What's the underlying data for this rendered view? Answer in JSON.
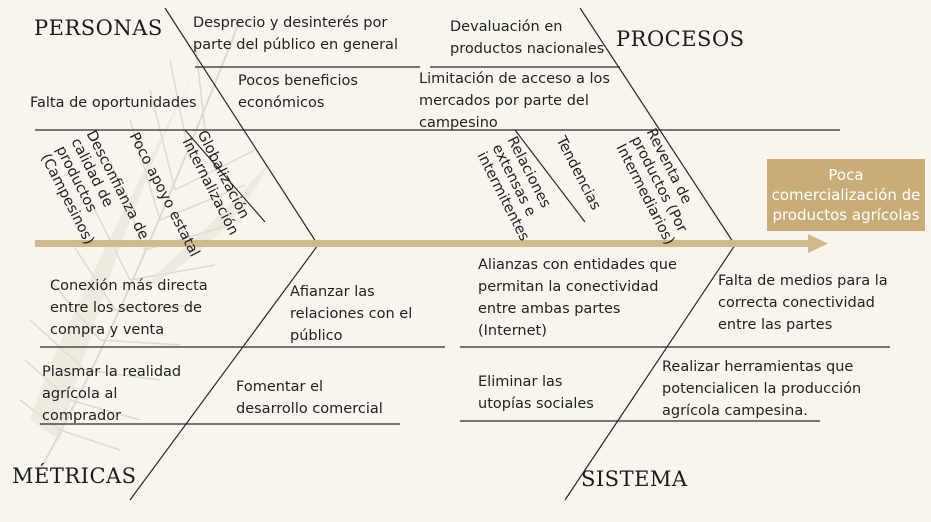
{
  "categories": {
    "personas": "PERSONAS",
    "procesos": "PROCESOS",
    "metricas": "MÉTRICAS",
    "sistema": "SISTEMA"
  },
  "effect": "Poca comercialización de productos agrícolas",
  "personas": {
    "desprecio": "Desprecio y desinterés por parte del público en general",
    "pocos_beneficios": "Pocos beneficios económicos",
    "falta_oportunidades": "Falta de oportunidades",
    "desconfianza": "Desconfianza de calidad de productos (Campesinos)",
    "poco_apoyo": "Poco apoyo estatal",
    "globalizacion": "Globalización Internalización"
  },
  "procesos": {
    "devaluacion": "Devaluación en productos nacionales",
    "limitacion": "Limitación de acceso a los mercados por parte del campesino",
    "relaciones": "Relaciones extensas e intermitentes",
    "tendencias": "Tendencias",
    "reventa": "Reventa de productos (Por Intermediarios)"
  },
  "metricas": {
    "conexion": "Conexión más directa entre los sectores de compra y venta",
    "afianzar": "Afianzar las relaciones con el público",
    "plasmar": "Plasmar la realidad agrícola al comprador",
    "fomentar": "Fomentar el desarrollo comercial"
  },
  "sistema": {
    "alianzas": "Alianzas con entidades que permitan la conectividad entre ambas partes (Internet)",
    "falta_medios": "Falta de medios para la correcta conectividad entre las partes",
    "eliminar": "Eliminar las utopías sociales",
    "realizar": "Realizar herramientas que potencialicen la producción agrícola campesina."
  },
  "colors": {
    "spine": "#d2b98b",
    "effect_box": "#c9ad79",
    "line": "#2a2a2a",
    "background": "#f7f5ee"
  }
}
